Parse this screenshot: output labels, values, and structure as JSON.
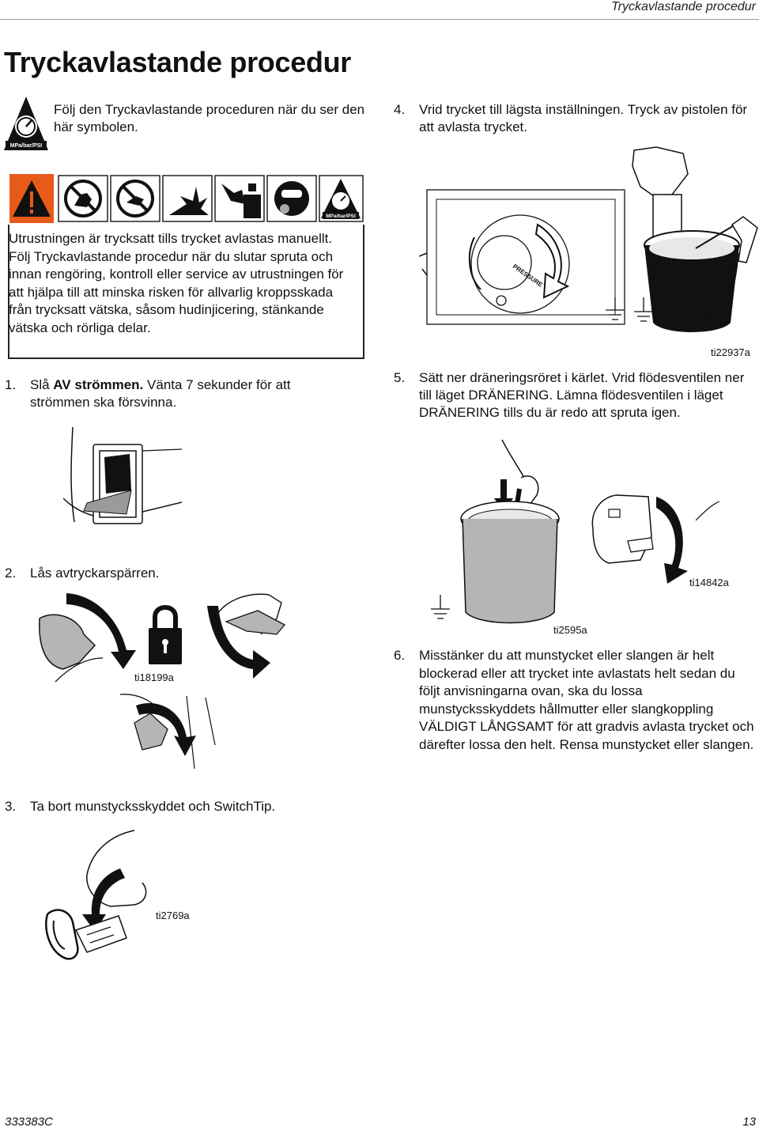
{
  "header": {
    "running_title": "Tryckavlastande procedur"
  },
  "title": "Tryckavlastande procedur",
  "intro": {
    "text": "Följ den Tryckavlastande proceduren när du ser den här symbolen.",
    "symbol_label": "MPa/bar/PSI"
  },
  "warning": {
    "icons": [
      "warning-triangle-icon",
      "no-hand-icon",
      "no-spray-icon",
      "splash-icon",
      "moving-parts-icon",
      "ppe-icon",
      "pressure-gauge-icon"
    ],
    "gauge_label": "MPa/bar/PSI",
    "text": "Utrustningen är trycksatt tills trycket avlastas manuellt. Följ Tryckavlastande procedur när du slutar spruta och innan rengöring, kontroll eller service av utrustningen för att hjälpa till att minska risken för allvarlig kroppsskada från trycksatt vätska, såsom hudinjicering, stänkande vätska och rörliga delar.",
    "accent": "#e85a1a"
  },
  "steps": {
    "s1": {
      "num": "1.",
      "pre": "Slå ",
      "bold": "AV strömmen.",
      "post": " Vänta 7 sekunder för att strömmen ska försvinna."
    },
    "s2": {
      "num": "2.",
      "text": "Lås avtryckarspärren."
    },
    "s3": {
      "num": "3.",
      "text": "Ta bort munstycksskyddet och SwitchTip."
    },
    "s4": {
      "num": "4.",
      "text": "Vrid trycket till lägsta inställningen. Tryck av pistolen för att avlasta trycket."
    },
    "s5": {
      "num": "5.",
      "text": "Sätt ner dräneringsröret i kärlet. Vrid flödesventilen ner till läget DRÄNERING. Lämna flödesventilen i läget DRÄNERING tills du är redo att spruta igen."
    },
    "s6": {
      "num": "6.",
      "text": "Misstänker du att munstycket eller slangen är helt blockerad eller att trycket inte avlastats helt sedan du följt anvisningarna ovan, ska du lossa munstycksskyddets hållmutter eller slangkoppling VÄLDIGT LÅNGSAMT för att gradvis avlasta trycket och därefter lossa den helt. Rensa munstycket eller slangen."
    }
  },
  "captions": {
    "fig2": "ti18199a",
    "fig3": "ti2769a",
    "fig4": "ti22937a",
    "fig5a": "ti2595a",
    "fig5b": "ti14842a",
    "knob_label": "PRESSURE"
  },
  "footer": {
    "doc_number": "333383C",
    "page_number": "13"
  }
}
